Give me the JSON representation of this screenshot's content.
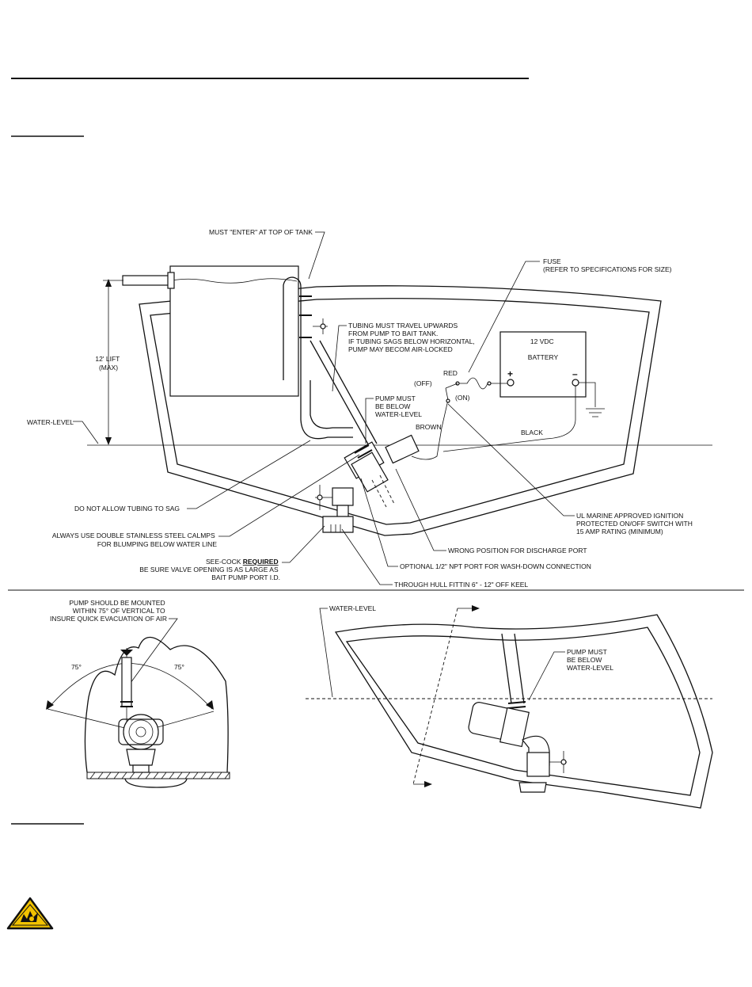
{
  "top_diagram": {
    "labels": {
      "must_enter": "MUST \"ENTER\" AT TOP OF TANK",
      "lift_1": "12' LIFT",
      "lift_2": "(MAX)",
      "water_level": "WATER-LEVEL",
      "tubing_1": "TUBING MUST TRAVEL UPWARDS",
      "tubing_2": "FROM PUMP TO BAIT TANK.",
      "tubing_3": "IF TUBING SAGS BELOW HORIZONTAL,",
      "tubing_4": "PUMP MAY BECOM AIR-LOCKED",
      "pump_below_1": "PUMP MUST",
      "pump_below_2": "BE BELOW",
      "pump_below_3": "WATER-LEVEL",
      "fuse_1": "FUSE",
      "fuse_2": "(REFER TO SPECIFICATIONS FOR SIZE)",
      "battery_1": "12 VDC",
      "battery_2": "BATTERY",
      "plus": "+",
      "minus": "–",
      "red": "RED",
      "off": "(OFF)",
      "on": "(ON)",
      "brown": "BROWN",
      "black": "BLACK",
      "no_sag": "DO NOT ALLOW TUBING TO SAG",
      "clamps_1": "ALWAYS USE DOUBLE STAINLESS STEEL CALMPS",
      "clamps_2": "FOR BLUMPING BELOW WATER LINE",
      "seacock_1a": "SEE-COCK ",
      "seacock_1b": "REQUIRED",
      "seacock_2": "BE SURE VALVE OPENING IS AS LARGE AS",
      "seacock_3": "BAIT PUMP PORT I.D.",
      "ul_1": "UL MARINE APPROVED IGNITION",
      "ul_2": "PROTECTED ON/OFF SWITCH WITH",
      "ul_3": "15 AMP RATING (MINIMUM)",
      "wrong_position": "WRONG POSITION FOR DISCHARGE PORT",
      "optional_port": "OPTIONAL 1/2\" NPT PORT FOR WASH-DOWN CONNECTION",
      "through_hull": "THROUGH HULL FITTIN 6\" - 12\" OFF KEEL"
    }
  },
  "bottom_left": {
    "note_1": "PUMP SHOULD BE MOUNTED",
    "note_2": "WITHIN 75° OF VERTICAL TO",
    "note_3": "INSURE QUICK EVACUATION OF AIR",
    "angle_left": "75°",
    "angle_right": "75°"
  },
  "bottom_right": {
    "water_level": "WATER-LEVEL",
    "pump_below_1": "PUMP MUST",
    "pump_below_2": "BE BELOW",
    "pump_below_3": "WATER-LEVEL"
  },
  "icons": {
    "warning": "explosion-warning-icon",
    "warning_color": "#f2c200"
  }
}
